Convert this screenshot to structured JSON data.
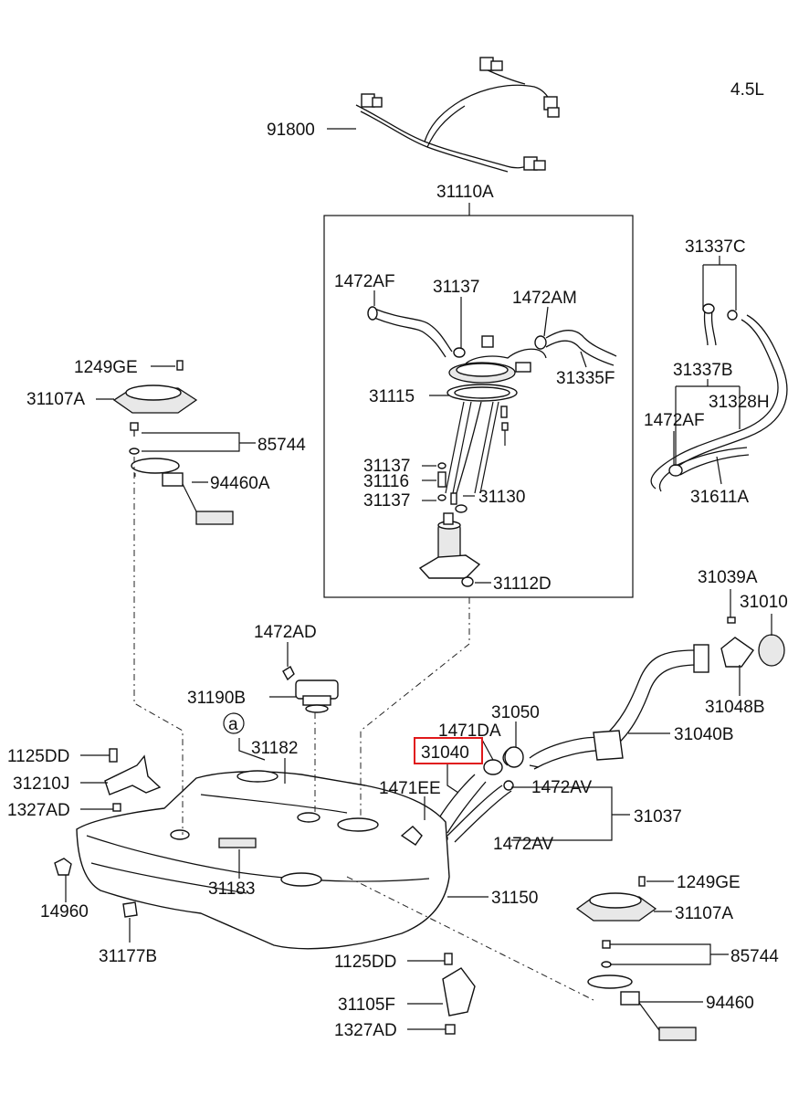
{
  "diagram": {
    "engine": "4.5L",
    "highlight_color": "#e0191b",
    "labels": {
      "p91800": "91800",
      "p31110A": "31110A",
      "p1472AF_top": "1472AF",
      "p31137_top": "31137",
      "p1472AM": "1472AM",
      "p31335F": "31335F",
      "p31115": "31115",
      "p31137_mid": "31137",
      "p31116": "31116",
      "p31137_low": "31137",
      "p31130": "31130",
      "p31112D": "31112D",
      "p31337C": "31337C",
      "p31337B": "31337B",
      "p1472AF_right": "1472AF",
      "p31328H": "31328H",
      "p31611A": "31611A",
      "p1249GE_left": "1249GE",
      "p31107A_left": "31107A",
      "p85744_left": "85744",
      "p94460A": "94460A",
      "p31039A": "31039A",
      "p31010": "31010",
      "p31048B": "31048B",
      "p1472AD": "1472AD",
      "p31190B": "31190B",
      "circ_a": "a",
      "p31182": "31182",
      "p31050": "31050",
      "p1471DA": "1471DA",
      "p31040": "31040",
      "p31040B": "31040B",
      "p1471EE": "1471EE",
      "p1472AV_top": "1472AV",
      "p31037": "31037",
      "p1472AV_bot": "1472AV",
      "p1125DD_left": "1125DD",
      "p31210J": "31210J",
      "p1327AD_left": "1327AD",
      "p14960": "14960",
      "p31183": "31183",
      "p31150": "31150",
      "p31177B": "31177B",
      "p1249GE_right": "1249GE",
      "p31107A_right": "31107A",
      "p85744_right": "85744",
      "p94460": "94460",
      "p1125DD_bot": "1125DD",
      "p31105F": "31105F",
      "p1327AD_bot": "1327AD"
    }
  }
}
